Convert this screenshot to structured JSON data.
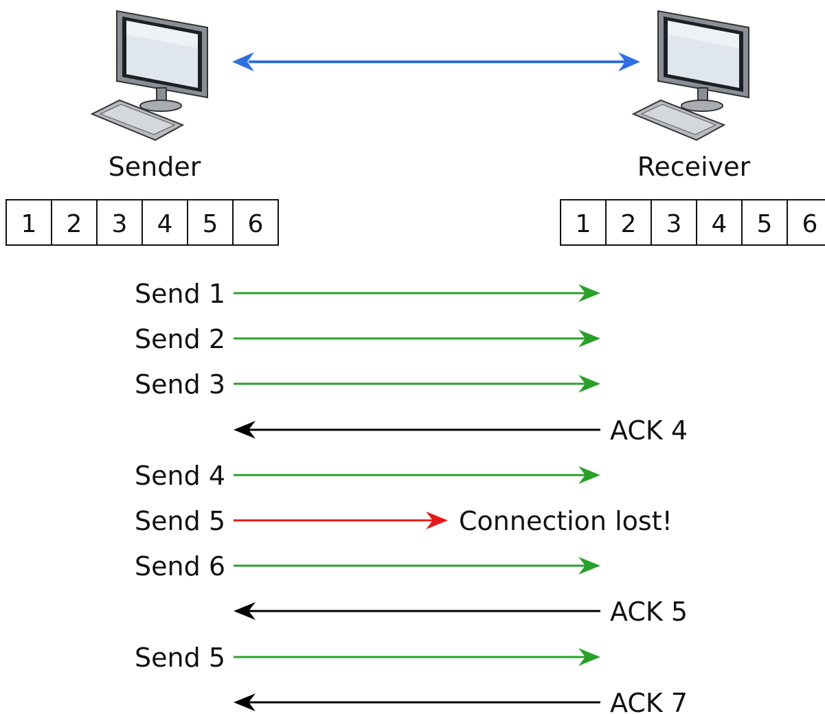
{
  "hosts": {
    "sender": {
      "label": "Sender"
    },
    "receiver": {
      "label": "Receiver"
    }
  },
  "windows": {
    "sender": [
      "1",
      "2",
      "3",
      "4",
      "5",
      "6"
    ],
    "receiver": [
      "1",
      "2",
      "3",
      "4",
      "5",
      "6"
    ]
  },
  "colors": {
    "link": "#2f6fe0",
    "send": "#2aa02a",
    "lost": "#e41a1a",
    "ack": "#000000"
  },
  "exchanges": [
    {
      "kind": "send",
      "label": "Send 1"
    },
    {
      "kind": "send",
      "label": "Send 2"
    },
    {
      "kind": "send",
      "label": "Send 3"
    },
    {
      "kind": "ack",
      "label": "ACK 4"
    },
    {
      "kind": "send",
      "label": "Send 4"
    },
    {
      "kind": "lost",
      "label": "Send 5",
      "note": "Connection lost!"
    },
    {
      "kind": "send",
      "label": "Send 6"
    },
    {
      "kind": "ack",
      "label": "ACK 5"
    },
    {
      "kind": "send",
      "label": "Send 5"
    },
    {
      "kind": "ack",
      "label": "ACK 7"
    }
  ]
}
